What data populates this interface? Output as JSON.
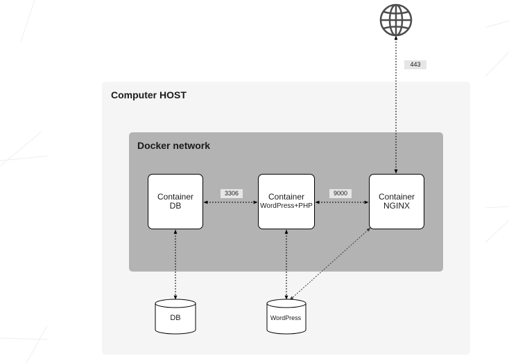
{
  "host": {
    "title": "Computer HOST"
  },
  "network": {
    "title": "Docker network"
  },
  "containers": {
    "db": {
      "line1": "Container",
      "line2": "DB"
    },
    "wordpress": {
      "line1": "Container",
      "line2": "WordPress+PHP"
    },
    "nginx": {
      "line1": "Container",
      "line2": "NGINX"
    }
  },
  "ports": {
    "db_wp": "3306",
    "wp_nginx": "9000",
    "internet": "443"
  },
  "storage": {
    "db": "DB",
    "wordpress": "WordPress"
  },
  "icons": {
    "internet": "globe-icon"
  },
  "colors": {
    "host_bg": "#f5f5f5",
    "network_bg": "#b3b3b3",
    "label_bg": "#e6e6e6"
  }
}
